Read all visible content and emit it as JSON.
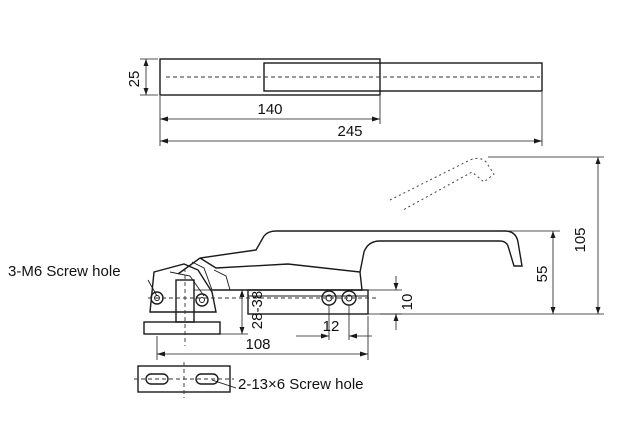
{
  "dimensions": {
    "top_height": "25",
    "top_width_short": "140",
    "top_width_total": "245",
    "total_height": "105",
    "lever_height": "55",
    "hole_offset": "10",
    "hole_spacing": "12",
    "pin_height": "28-38",
    "base_width": "108"
  },
  "labels": {
    "screw_hole_m6": "3-M6 Screw hole",
    "screw_hole_slot": "2-13×6 Screw hole"
  }
}
